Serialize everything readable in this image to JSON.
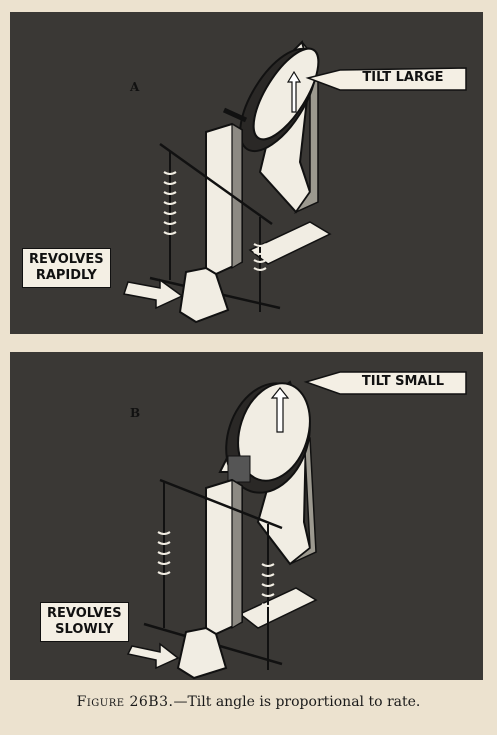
{
  "panels": [
    {
      "letter": "A",
      "tilt_label": "TILT LARGE",
      "revolve_label": [
        "REVOLVES",
        "RAPIDLY"
      ]
    },
    {
      "letter": "B",
      "tilt_label": "TILT SMALL",
      "revolve_label": [
        "REVOLVES",
        "SLOWLY"
      ]
    }
  ],
  "caption": {
    "figure": "Figure 26B3.",
    "text": "—Tilt angle is proportional to rate."
  },
  "colors": {
    "panel_bg": "#3a3835",
    "paper": "#ece2cf",
    "ink": "#111111",
    "metal_light": "#f1ede3",
    "metal_shade": "#8d8a83"
  }
}
